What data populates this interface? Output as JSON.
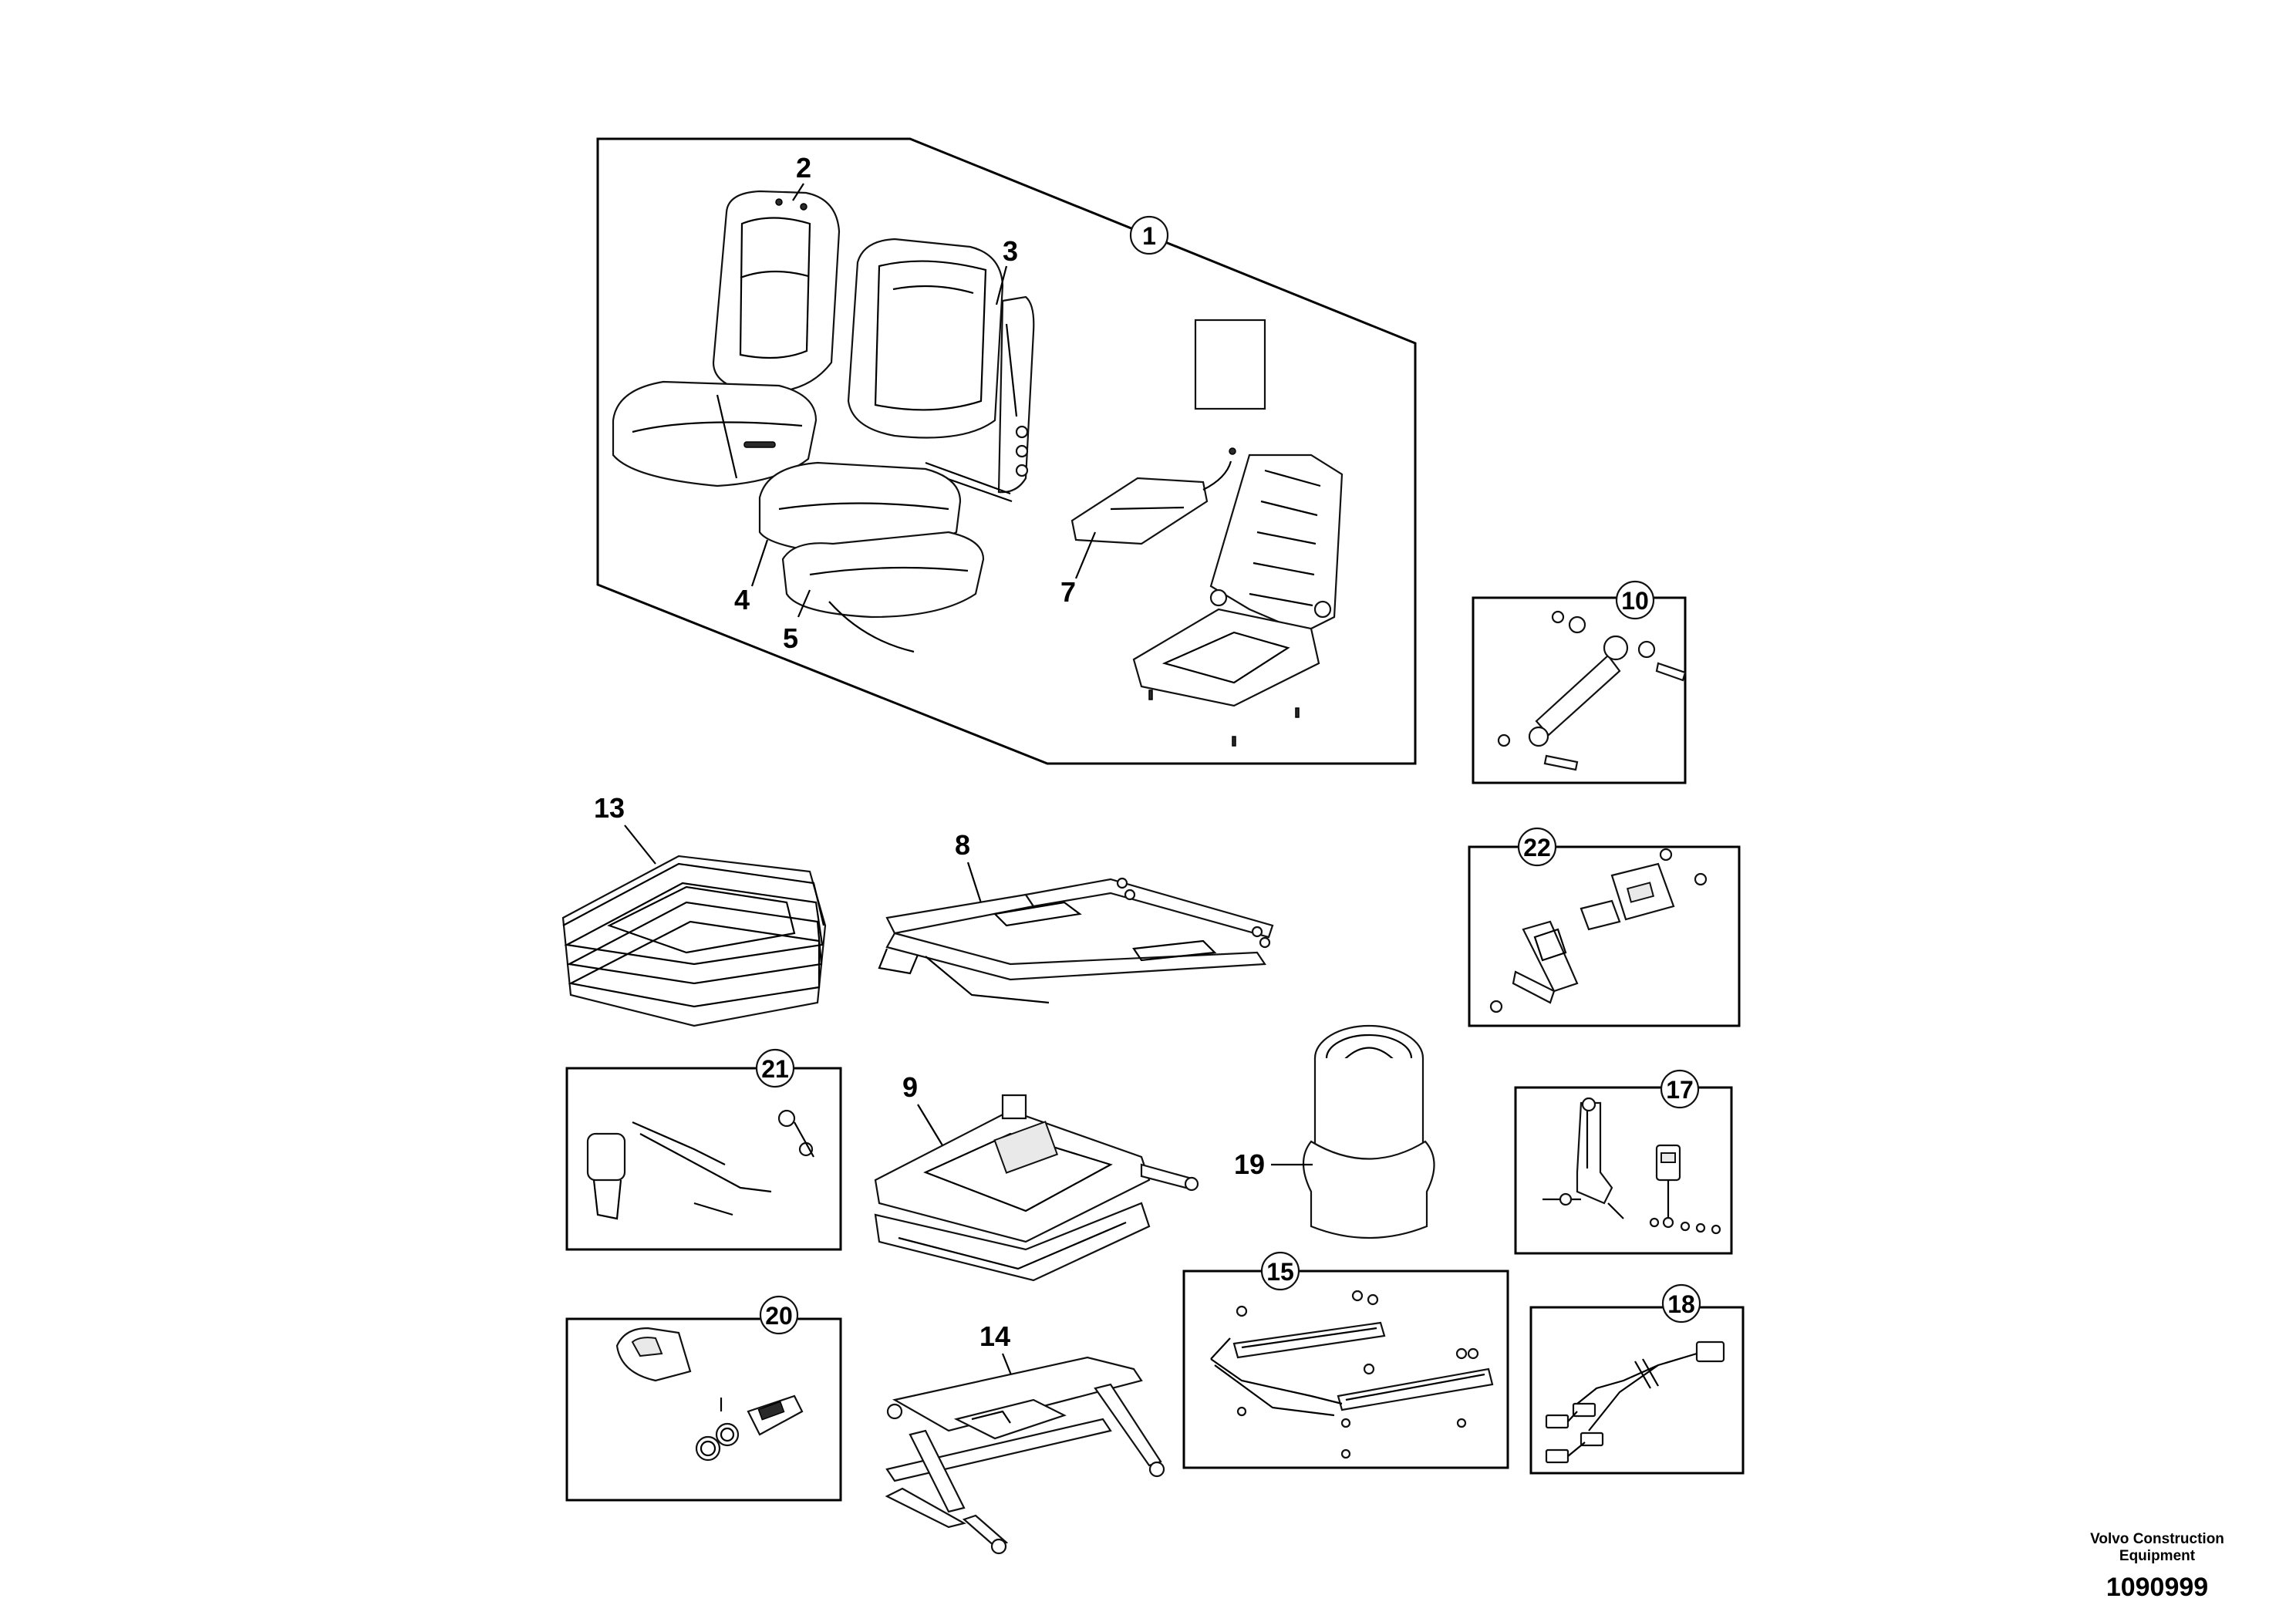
{
  "callouts": {
    "c1": "1",
    "c2": "2",
    "c3": "3",
    "c4": "4",
    "c5": "5",
    "c7": "7",
    "c8": "8",
    "c9": "9",
    "c10": "10",
    "c13": "13",
    "c14": "14",
    "c15": "15",
    "c17": "17",
    "c18": "18",
    "c19": "19",
    "c20": "20",
    "c21": "21",
    "c22": "22"
  },
  "footer": {
    "maker_line1": "Volvo Construction",
    "maker_line2": "Equipment",
    "document_id": "1090999"
  }
}
